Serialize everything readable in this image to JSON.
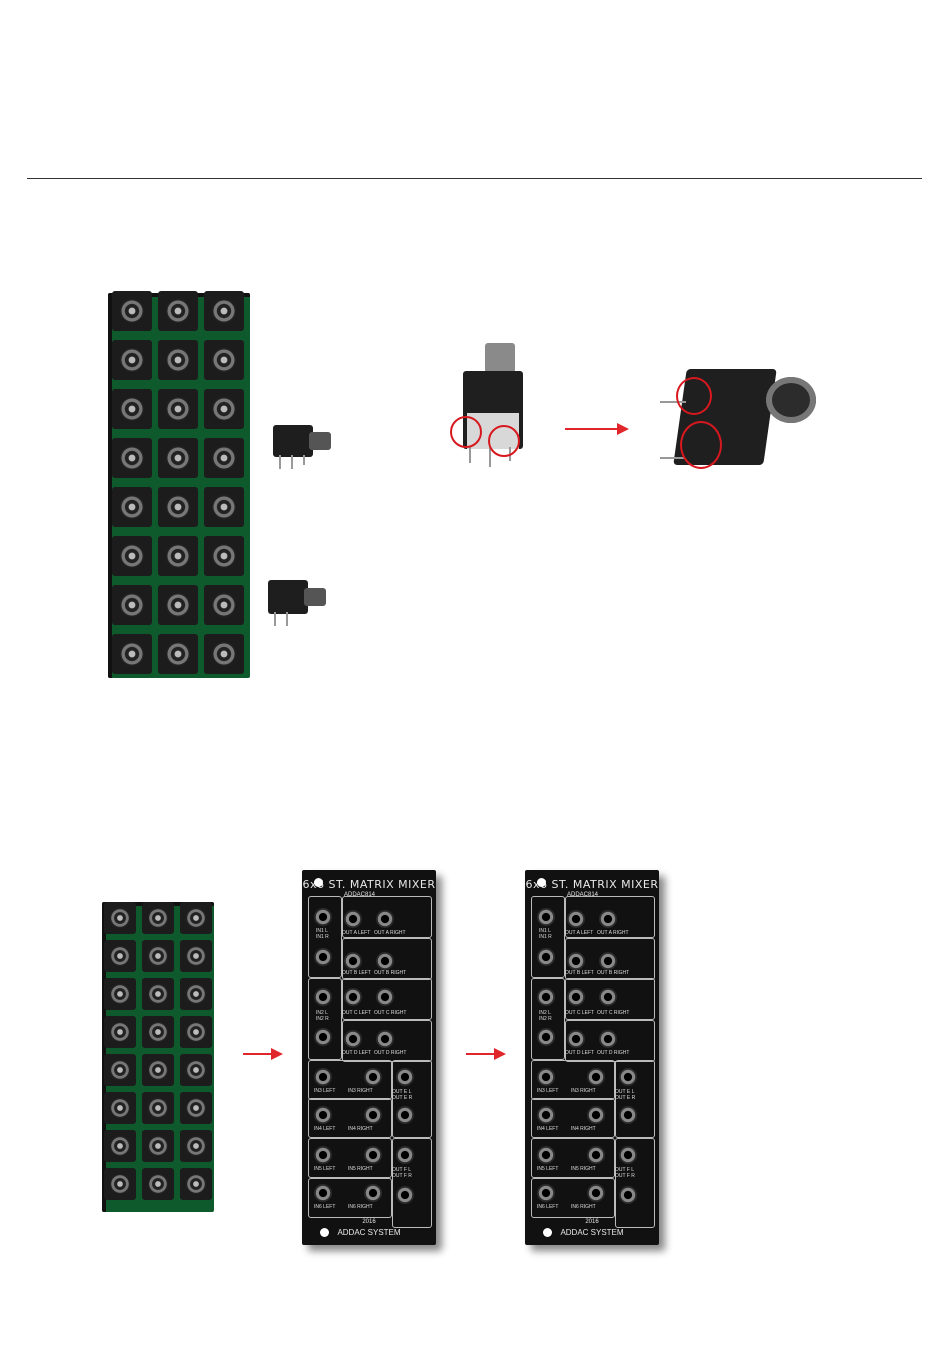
{
  "panel_1": {
    "title": "6x6 ST. MATRIX MIXER",
    "model": "ADDAC814",
    "year": "2016",
    "brand": "ADDAC SYSTEM",
    "labels": [
      "IN1 L",
      "IN1 R",
      "OUT A LEFT",
      "OUT A RIGHT",
      "OUT B LEFT",
      "OUT B RIGHT",
      "IN2 L",
      "IN2 R",
      "OUT C LEFT",
      "OUT C RIGHT",
      "OUT D LEFT",
      "OUT D RIGHT",
      "IN3 LEFT",
      "IN3 RIGHT",
      "OUT E L",
      "OUT E R",
      "IN4 LEFT",
      "IN4 RIGHT",
      "IN5 LEFT",
      "IN5 RIGHT",
      "OUT F L",
      "OUT F R",
      "IN6 LEFT",
      "IN6 RIGHT"
    ]
  },
  "panel_2": {
    "title": "6x6 ST. MATRIX MIXER",
    "model": "ADDAC814",
    "year": "2016",
    "brand": "ADDAC SYSTEM",
    "labels": [
      "IN1 L",
      "IN1 R",
      "OUT A LEFT",
      "OUT A RIGHT",
      "OUT B LEFT",
      "OUT B RIGHT",
      "IN2 L",
      "IN2 R",
      "OUT C LEFT",
      "OUT C RIGHT",
      "OUT D LEFT",
      "OUT D RIGHT",
      "IN3 LEFT",
      "IN3 RIGHT",
      "OUT E L",
      "OUT E R",
      "IN4 LEFT",
      "IN4 RIGHT",
      "IN5 LEFT",
      "IN5 RIGHT",
      "OUT F L",
      "OUT F R",
      "IN6 LEFT",
      "IN6 RIGHT"
    ]
  },
  "colors": {
    "pcb": "#0f5a2c",
    "arrow": "#e0262b",
    "panel": "#111111",
    "highlight_circle": "#d7191f"
  }
}
